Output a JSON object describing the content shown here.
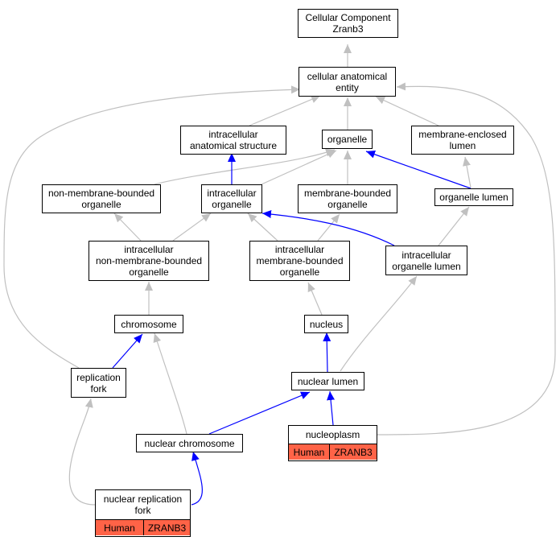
{
  "colors": {
    "is_a": "#c0c0c0",
    "part_of": "#0000ff",
    "annotation": "#ff6347"
  },
  "nodes": {
    "root": "Cellular Component\nZranb3",
    "cae": "cellular anatomical\nentity",
    "ias": "intracellular\nanatomical structure",
    "organelle": "organelle",
    "mel": "membrane-enclosed\nlumen",
    "nmbo": "non-membrane-bounded\norganelle",
    "io": "intracellular\norganelle",
    "mbo": "membrane-bounded\norganelle",
    "ol": "organelle lumen",
    "inmbo": "intracellular\nnon-membrane-bounded\norganelle",
    "imbo": "intracellular\nmembrane-bounded\norganelle",
    "iol": "intracellular\norganelle lumen",
    "chromosome": "chromosome",
    "nucleus": "nucleus",
    "rf": "replication\nfork",
    "nlumen": "nuclear lumen",
    "nchrom": "nuclear chromosome",
    "nucleoplasm": {
      "title": "nucleoplasm",
      "species": "Human",
      "gene": "ZRANB3"
    },
    "nrf": {
      "title": "nuclear replication\nfork",
      "species": "Human",
      "gene": "ZRANB3"
    }
  }
}
